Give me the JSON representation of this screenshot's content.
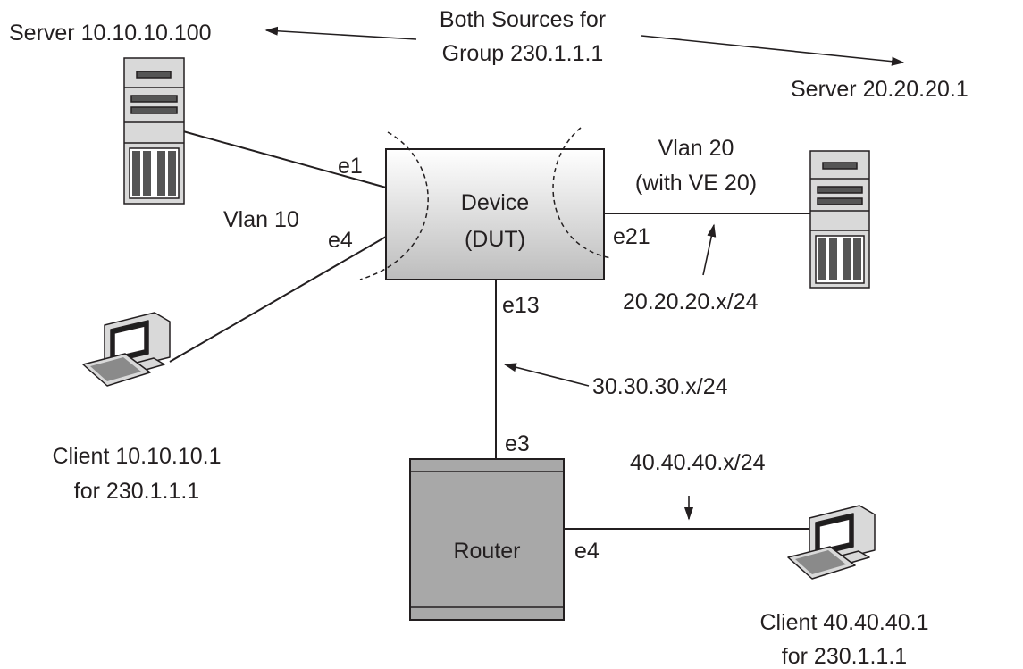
{
  "title_note": {
    "line1": "Both Sources for",
    "line2": "Group 230.1.1.1"
  },
  "nodes": {
    "server_left": {
      "label": "Server 10.10.10.100",
      "icon": "server-tower-icon"
    },
    "server_right": {
      "label": "Server 20.20.20.1",
      "icon": "server-tower-icon"
    },
    "device": {
      "line1": "Device",
      "line2": "(DUT)"
    },
    "router": {
      "label": "Router"
    },
    "client_left": {
      "line1": "Client 10.10.10.1",
      "line2": "for 230.1.1.1",
      "icon": "desktop-computer-icon"
    },
    "client_right": {
      "line1": "Client 40.40.40.1",
      "line2": "for 230.1.1.1",
      "icon": "desktop-computer-icon"
    }
  },
  "vlans": {
    "vlan10": "Vlan 10",
    "vlan20_line1": "Vlan 20",
    "vlan20_line2": "(with VE 20)"
  },
  "ports": {
    "device_e1": "e1",
    "device_e4": "e4",
    "device_e21": "e21",
    "device_e13": "e13",
    "router_e3": "e3",
    "router_e4": "e4"
  },
  "subnets": {
    "net20": "20.20.20.x/24",
    "net30": "30.30.30.x/24",
    "net40": "40.40.40.x/24"
  },
  "colors": {
    "ink": "#231f20",
    "device_fill_top": "#ffffff",
    "device_fill_bottom": "#bdbdbd",
    "router_fill": "#a8a8a8",
    "equipment_fill": "#d9d9d9"
  }
}
